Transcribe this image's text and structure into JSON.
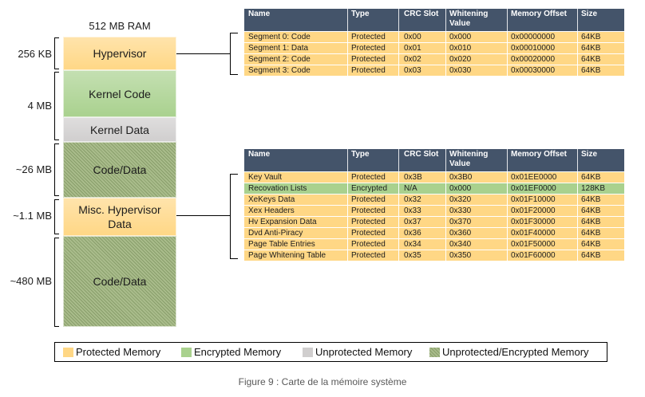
{
  "memory_map": {
    "title": "512 MB RAM",
    "blocks": [
      {
        "label": "Hypervisor",
        "color": "#FFD785",
        "hatched": false
      },
      {
        "label": "Kernel Code",
        "color": "#A9D18E",
        "hatched": false
      },
      {
        "label": "Kernel Data",
        "color": "#D0CECE",
        "hatched": false
      },
      {
        "label": "Code/Data",
        "color": "#A9BC8B",
        "hatched": true
      },
      {
        "label": "Misc. Hypervisor Data",
        "color": "#FFD785",
        "hatched": false
      },
      {
        "label": "Code/Data",
        "color": "#A9BC8B",
        "hatched": true
      }
    ],
    "size_labels": [
      "256 KB",
      "4 MB",
      "~26 MB",
      "~1.1 MB",
      "~480 MB"
    ]
  },
  "tables": {
    "header_color": "#44546A",
    "columns": [
      "Name",
      "Type",
      "CRC Slot",
      "Whitening Value",
      "Memory Offset",
      "Size"
    ],
    "hypervisor_segments": [
      {
        "cells": [
          "Segment 0: Code",
          "Protected",
          "0x00",
          "0x000",
          "0x00000000",
          "64KB"
        ],
        "color": "#FFD785"
      },
      {
        "cells": [
          "Segment 1: Data",
          "Protected",
          "0x01",
          "0x010",
          "0x00010000",
          "64KB"
        ],
        "color": "#FFD785"
      },
      {
        "cells": [
          "Segment 2: Code",
          "Protected",
          "0x02",
          "0x020",
          "0x00020000",
          "64KB"
        ],
        "color": "#FFD785"
      },
      {
        "cells": [
          "Segment 3: Code",
          "Protected",
          "0x03",
          "0x030",
          "0x00030000",
          "64KB"
        ],
        "color": "#FFD785"
      }
    ],
    "misc_hypervisor_data": [
      {
        "cells": [
          "Key Vault",
          "Protected",
          "0x3B",
          "0x3B0",
          "0x01EE0000",
          "64KB"
        ],
        "color": "#FFD785"
      },
      {
        "cells": [
          "Recovation Lists",
          "Encrypted",
          "N/A",
          "0x000",
          "0x01EF0000",
          "128KB"
        ],
        "color": "#A9D18E"
      },
      {
        "cells": [
          "XeKeys Data",
          "Protected",
          "0x32",
          "0x320",
          "0x01F10000",
          "64KB"
        ],
        "color": "#FFD785"
      },
      {
        "cells": [
          "Xex Headers",
          "Protected",
          "0x33",
          "0x330",
          "0x01F20000",
          "64KB"
        ],
        "color": "#FFD785"
      },
      {
        "cells": [
          "Hv Expansion Data",
          "Protected",
          "0x37",
          "0x370",
          "0x01F30000",
          "64KB"
        ],
        "color": "#FFD785"
      },
      {
        "cells": [
          "Dvd Anti-Piracy",
          "Protected",
          "0x36",
          "0x360",
          "0x01F40000",
          "64KB"
        ],
        "color": "#FFD785"
      },
      {
        "cells": [
          "Page Table Entries",
          "Protected",
          "0x34",
          "0x340",
          "0x01F50000",
          "64KB"
        ],
        "color": "#FFD785"
      },
      {
        "cells": [
          "Page Whitening Table",
          "Protected",
          "0x35",
          "0x350",
          "0x01F60000",
          "64KB"
        ],
        "color": "#FFD785"
      }
    ]
  },
  "legend": [
    {
      "label": "Protected Memory",
      "color": "#FFD785",
      "hatched": false
    },
    {
      "label": "Encrypted Memory",
      "color": "#A9D18E",
      "hatched": false
    },
    {
      "label": "Unprotected Memory",
      "color": "#D0CECE",
      "hatched": false
    },
    {
      "label": "Unprotected/Encrypted Memory",
      "color": "#A9BC8B",
      "hatched": true
    }
  ],
  "caption": "Figure 9 : Carte de la mémoire système"
}
